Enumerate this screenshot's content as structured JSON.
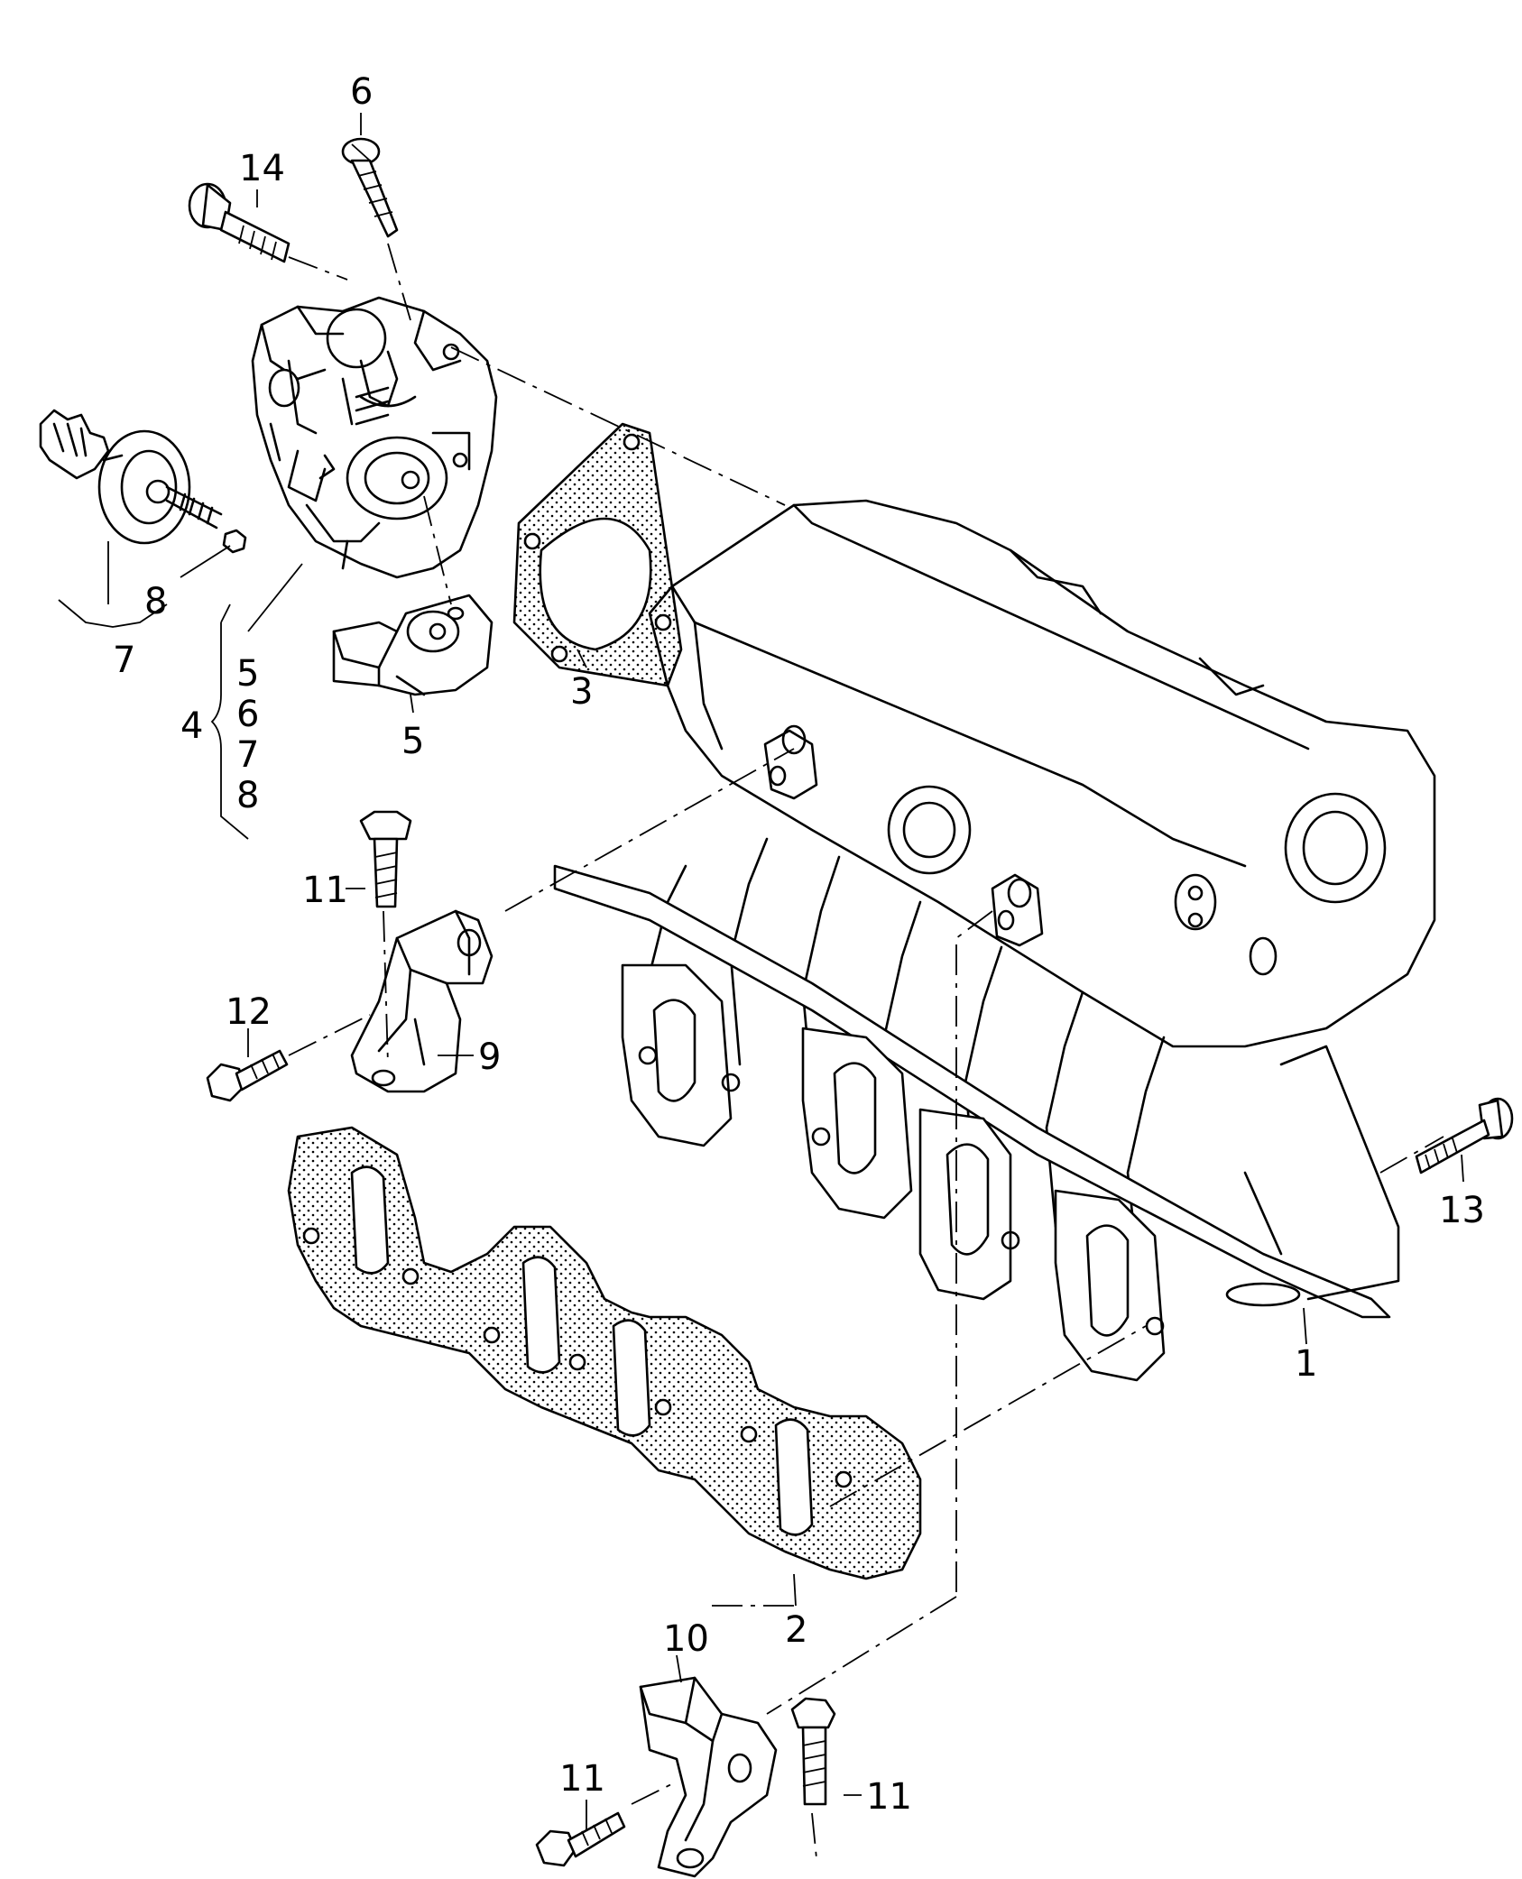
{
  "callouts": {
    "c1": "1",
    "c2": "2",
    "c3": "3",
    "c4": "4",
    "c5": "5",
    "c5b": "5",
    "c6": "6",
    "c6b": "6",
    "c7": "7",
    "c7b": "7",
    "c8": "8",
    "c8b": "8",
    "c9": "9",
    "c10": "10",
    "c11a": "11",
    "c11b": "11",
    "c11c": "11",
    "c12": "12",
    "c13": "13",
    "c14": "14"
  }
}
